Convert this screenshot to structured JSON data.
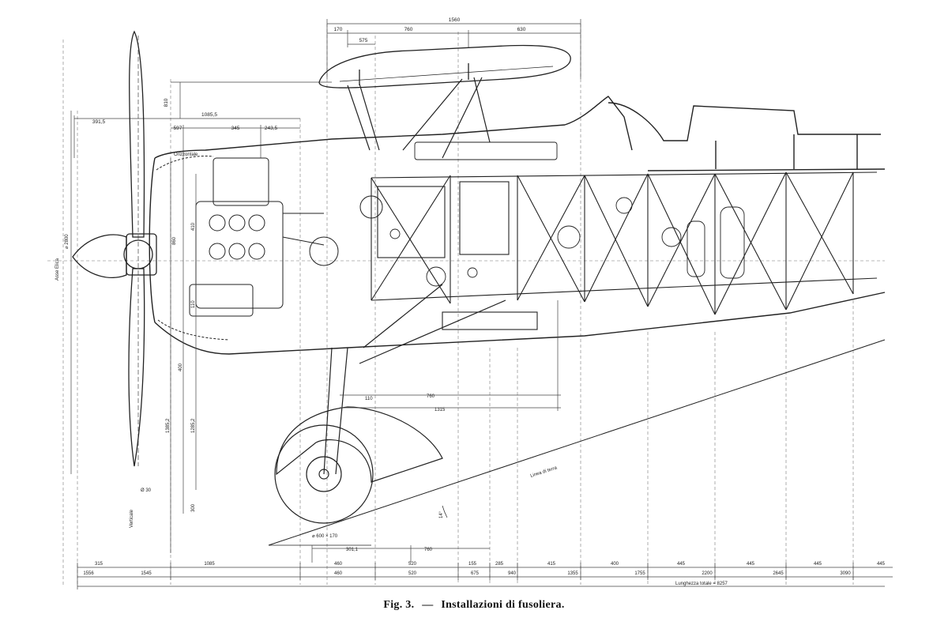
{
  "figure": {
    "label": "Fig. 3.",
    "dash": "—",
    "title": "Installazioni di fusoliera."
  },
  "top_dimensions": {
    "overall": "1560",
    "segments": [
      "170",
      "760",
      "630"
    ],
    "sub": "575"
  },
  "upper_dimensions": [
    "391,5",
    "1085,5",
    "597",
    "345",
    "243,5",
    "810"
  ],
  "side_labels": {
    "propeller_hub_axis": "Asse Elica",
    "propeller_diameter": "⌀ 2800",
    "propeller_axis": "Ø 30",
    "ground_line": "Linea di terra",
    "total_length": "Lunghezza totale = 8257",
    "orizzontale": "Orizzontale",
    "verticale": "Verticale",
    "angle": "14°",
    "wheel": "⌀ 600 × 170"
  },
  "vertical_dimensions": [
    "1385,2",
    "1285,2",
    "300",
    "400",
    "110",
    "860",
    "410"
  ],
  "inner_dimensions": [
    "110",
    "760",
    "1315",
    "301,1",
    "760"
  ],
  "bottom_row_1": [
    "315",
    "1085",
    "460",
    "520",
    "155",
    "285",
    "415",
    "400",
    "445",
    "445",
    "445",
    "445"
  ],
  "bottom_row_2": [
    "1556",
    "1545",
    "460",
    "520",
    "675",
    "940",
    "1355",
    "1755",
    "2200",
    "2645",
    "3090"
  ]
}
